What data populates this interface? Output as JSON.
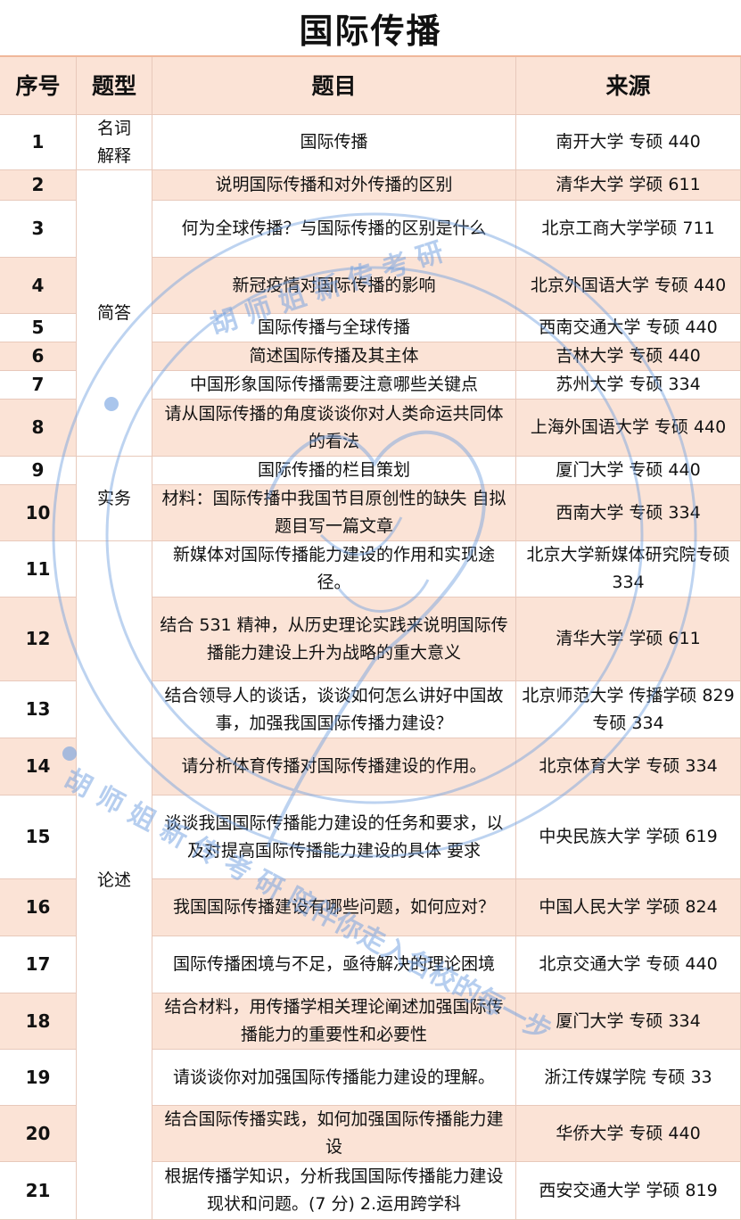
{
  "title": "国际传播",
  "columns": [
    "序号",
    "题型",
    "题目",
    "来源"
  ],
  "types": [
    "名词解释",
    "简答",
    "实务",
    "论述"
  ],
  "rows": [
    {
      "no": "1",
      "question": "国际传播",
      "source": "南开大学  专硕  440"
    },
    {
      "no": "2",
      "question": "说明国际传播和对外传播的区别",
      "source": "清华大学  学硕  611"
    },
    {
      "no": "3",
      "question": "何为全球传播？与国际传播的区别是什么",
      "source": "北京工商大学学硕  711"
    },
    {
      "no": "4",
      "question": "新冠疫情对国际传播的影响",
      "source": "北京外国语大学  专硕 440"
    },
    {
      "no": "5",
      "question": "国际传播与全球传播",
      "source": "西南交通大学  专硕 440"
    },
    {
      "no": "6",
      "question": "简述国际传播及其主体",
      "source": "吉林大学  专硕  440"
    },
    {
      "no": "7",
      "question": "中国形象国际传播需要注意哪些关键点",
      "source": "苏州大学  专硕  334"
    },
    {
      "no": "8",
      "question": "请从国际传播的角度谈谈你对人类命运共同体的看法",
      "source": "上海外国语大学  专硕 440"
    },
    {
      "no": "9",
      "question": "国际传播的栏目策划",
      "source": "厦门大学  专硕  440"
    },
    {
      "no": "10",
      "question": "材料：国际传播中我国节目原创性的缺失  自拟题目写一篇文章",
      "source": "西南大学  专硕  334"
    },
    {
      "no": "11",
      "question": "新媒体对国际传播能力建设的作用和实现途径。",
      "source": "北京大学新媒体研究院专硕  334"
    },
    {
      "no": "12",
      "question": "结合 531 精神，从历史理论实践来说明国际传播能力建设上升为战略的重大意义",
      "source": "清华大学  学硕  611"
    },
    {
      "no": "13",
      "question": "结合领导人的谈话，谈谈如何怎么讲好中国故事，加强我国国际传播力建设？",
      "source": "北京师范大学  传播学硕  829 专硕  334"
    },
    {
      "no": "14",
      "question": "请分析体育传播对国际传播建设的作用。",
      "source": "北京体育大学  专硕 334"
    },
    {
      "no": "15",
      "question": "谈谈我国国际传播能力建设的任务和要求，以及对提高国际传播能力建设的具体  要求",
      "source": "中央民族大学  学硕 619"
    },
    {
      "no": "16",
      "question": "我国国际传播建设有哪些问题，如何应对？",
      "source": "中国人民大学  学硕 824"
    },
    {
      "no": "17",
      "question": "国际传播困境与不足，亟待解决的理论困境",
      "source": "北京交通大学  专硕 440"
    },
    {
      "no": "18",
      "question": "结合材料，用传播学相关理论阐述加强国际传播能力的重要性和必要性",
      "source": "厦门大学  专硕  334"
    },
    {
      "no": "19",
      "question": "请谈谈你对加强国际传播能力建设的理解。",
      "source": "浙江传媒学院  专硕  33"
    },
    {
      "no": "20",
      "question": "结合国际传播实践，如何加强国际传播能力建设",
      "source": "华侨大学  专硕  440"
    },
    {
      "no": "21",
      "question": "根据传播学知识，分析我国国际传播能力建设现状和问题。(7 分) 2.运用跨学科",
      "source": "西安交通大学  学硕 819"
    }
  ],
  "watermark": {
    "top_text": "胡 师 姐 新 传 考 研",
    "bottom_text": "胡 师 姐 新 传 考 研  陪伴你走入名校的每一步",
    "color": "#6f9fe0"
  }
}
